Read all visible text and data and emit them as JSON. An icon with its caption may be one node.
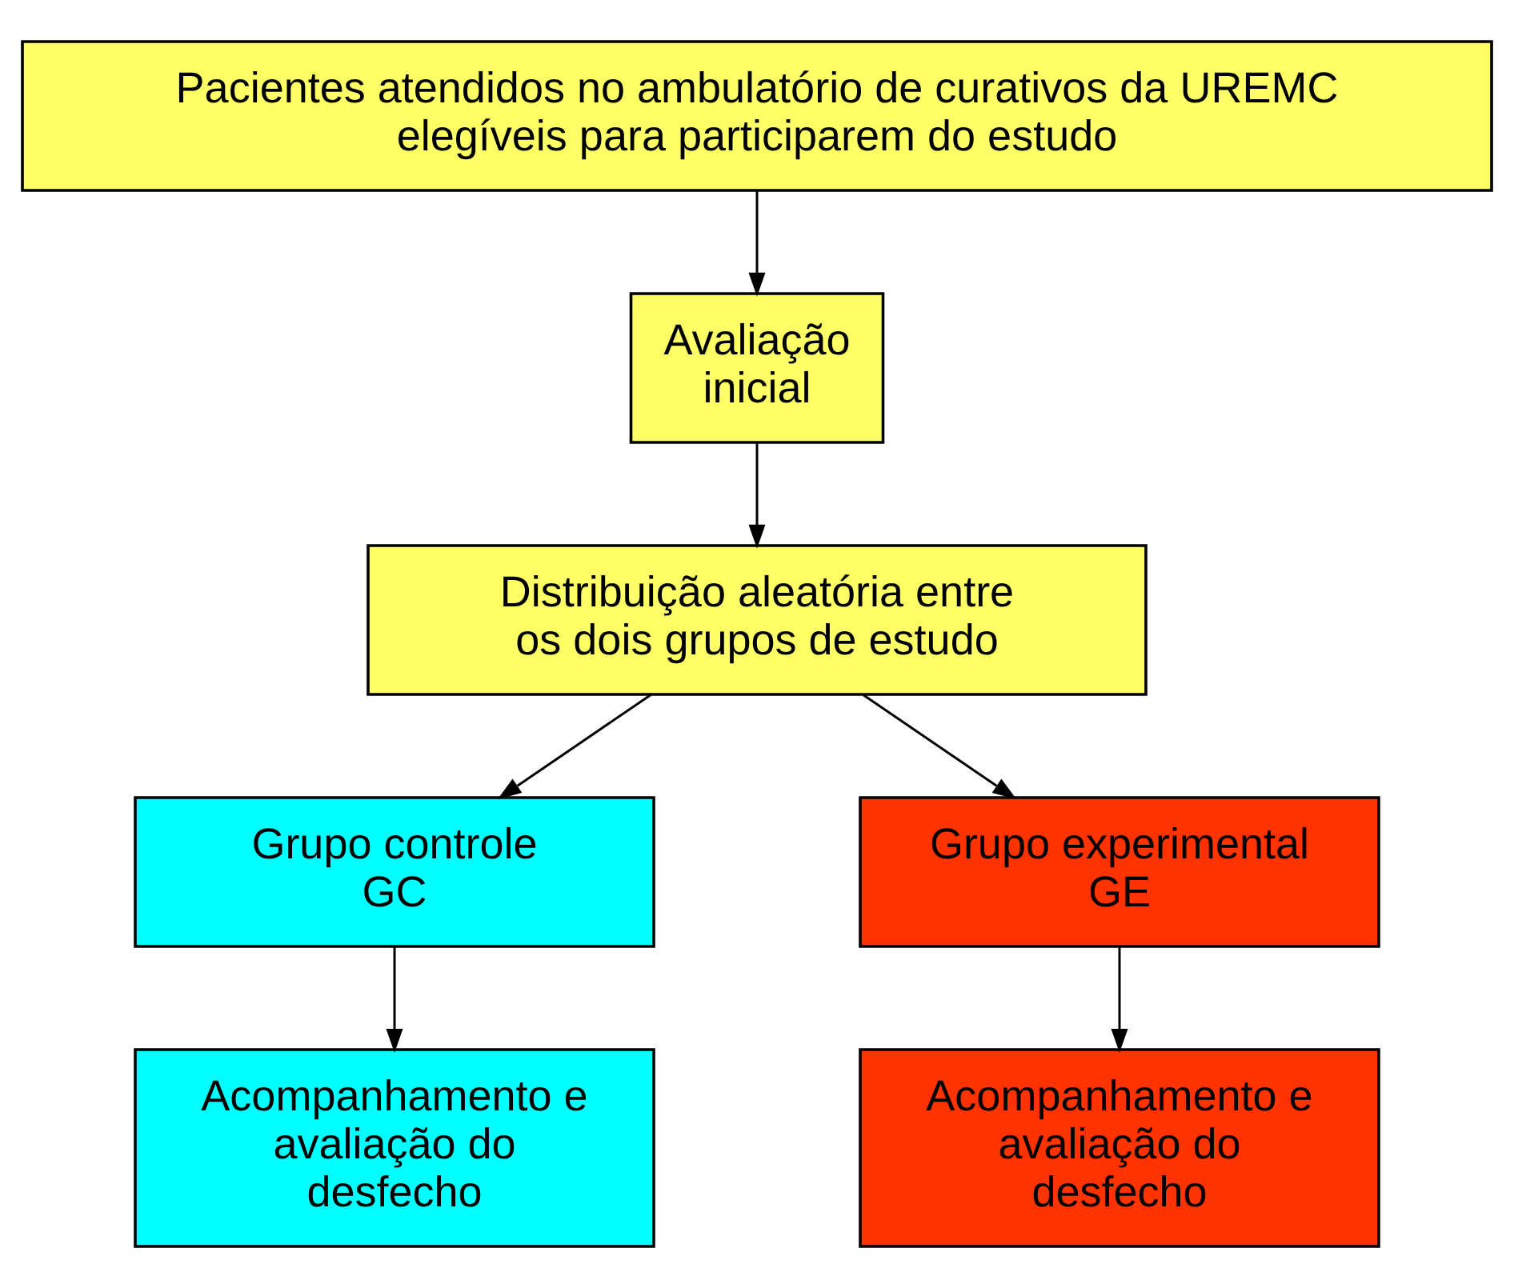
{
  "diagram": {
    "nodes": [
      {
        "text": [
          "Pacientes atendidos no ambulatório de curativos da UREMC elegíveis para participarem do estudo"
        ]
      },
      {
        "text": [
          "Avaliação inicial"
        ]
      },
      {
        "text": [
          "Distribuição aleatória entre os dois grupos de estudo"
        ]
      },
      {
        "text": [
          "Grupo controle GC"
        ]
      },
      {
        "text": [
          "Grupo experimental GE"
        ]
      },
      {
        "text": [
          "Acompanhamento e avaliação do desfecho"
        ]
      },
      {
        "text": [
          "Acompanhamento e avaliação do desfecho"
        ]
      }
    ],
    "edges": [
      {
        "from": 0,
        "to": 1,
        "arrow": "to"
      },
      {
        "from": 1,
        "to": 2,
        "arrow": "to"
      },
      {
        "from": 2,
        "to": 3,
        "arrow": "to"
      },
      {
        "from": 2,
        "to": 4,
        "arrow": "to"
      },
      {
        "from": 3,
        "to": 5,
        "arrow": "to"
      },
      {
        "from": 4,
        "to": 6,
        "arrow": "to"
      }
    ]
  }
}
